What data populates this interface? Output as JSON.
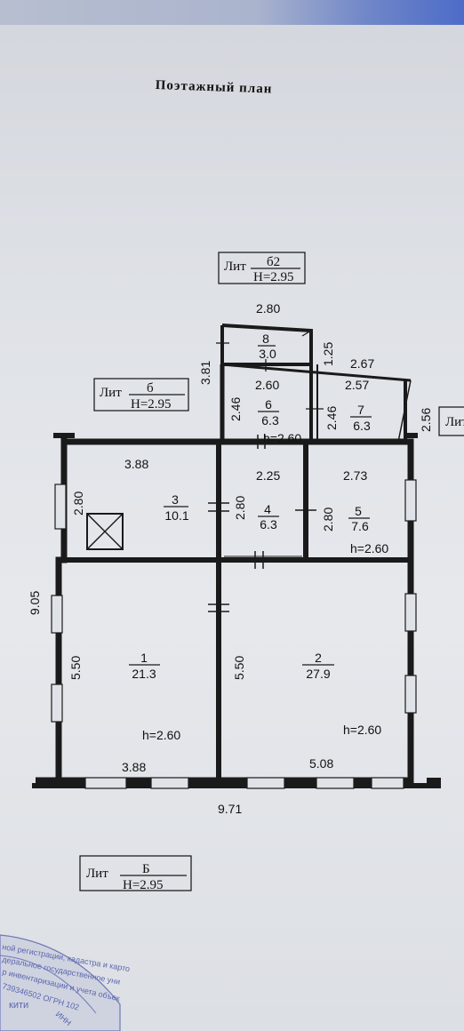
{
  "title": "Поэтажный план",
  "lit_b2": {
    "lit": "Лит",
    "num": "б2",
    "height": "Н=2.95"
  },
  "lit_b": {
    "lit": "Лит",
    "num": "б",
    "height": "Н=2.95"
  },
  "lit_B": {
    "lit": "Лит",
    "num": "Б",
    "height": "Н=2.95"
  },
  "lit_right": "Лит",
  "dimensions": {
    "d280_top": "2.80",
    "d381": "3.81",
    "d125": "1.25",
    "d267": "2.67",
    "d260": "2.60",
    "d257": "2.57",
    "d246_left": "2.46",
    "d246_right": "2.46",
    "d256": "2.56",
    "d388_top": "3.88",
    "d225": "2.25",
    "d273": "2.73",
    "d280_r3": "2.80",
    "d280_r4": "2.80",
    "d280_r5": "2.80",
    "d905": "9.05",
    "d550_left": "5.50",
    "d550_right": "5.50",
    "d388_bottom": "3.88",
    "d508": "5.08",
    "d971": "9.71"
  },
  "rooms": [
    {
      "num": "8",
      "area": "3.0"
    },
    {
      "num": "6",
      "area": "6.3"
    },
    {
      "num": "7",
      "area": "6.3"
    },
    {
      "num": "3",
      "area": "10.1"
    },
    {
      "num": "4",
      "area": "6.3"
    },
    {
      "num": "5",
      "area": "7.6"
    },
    {
      "num": "1",
      "area": "21.3"
    },
    {
      "num": "2",
      "area": "27.9"
    }
  ],
  "heights": {
    "h_room6": "h=2.60",
    "h_room5": "h=2.60",
    "h_room1": "h=2.60",
    "h_room2": "h=2.60"
  },
  "seal": {
    "line1": "ной регистрации, кадастра и карто",
    "line2": "деральное государственное уни",
    "line3": "р инвентаризации и учета объек",
    "line4": "739346502 ОГРН 102",
    "line5": "кити",
    "line6": "ИНН"
  }
}
